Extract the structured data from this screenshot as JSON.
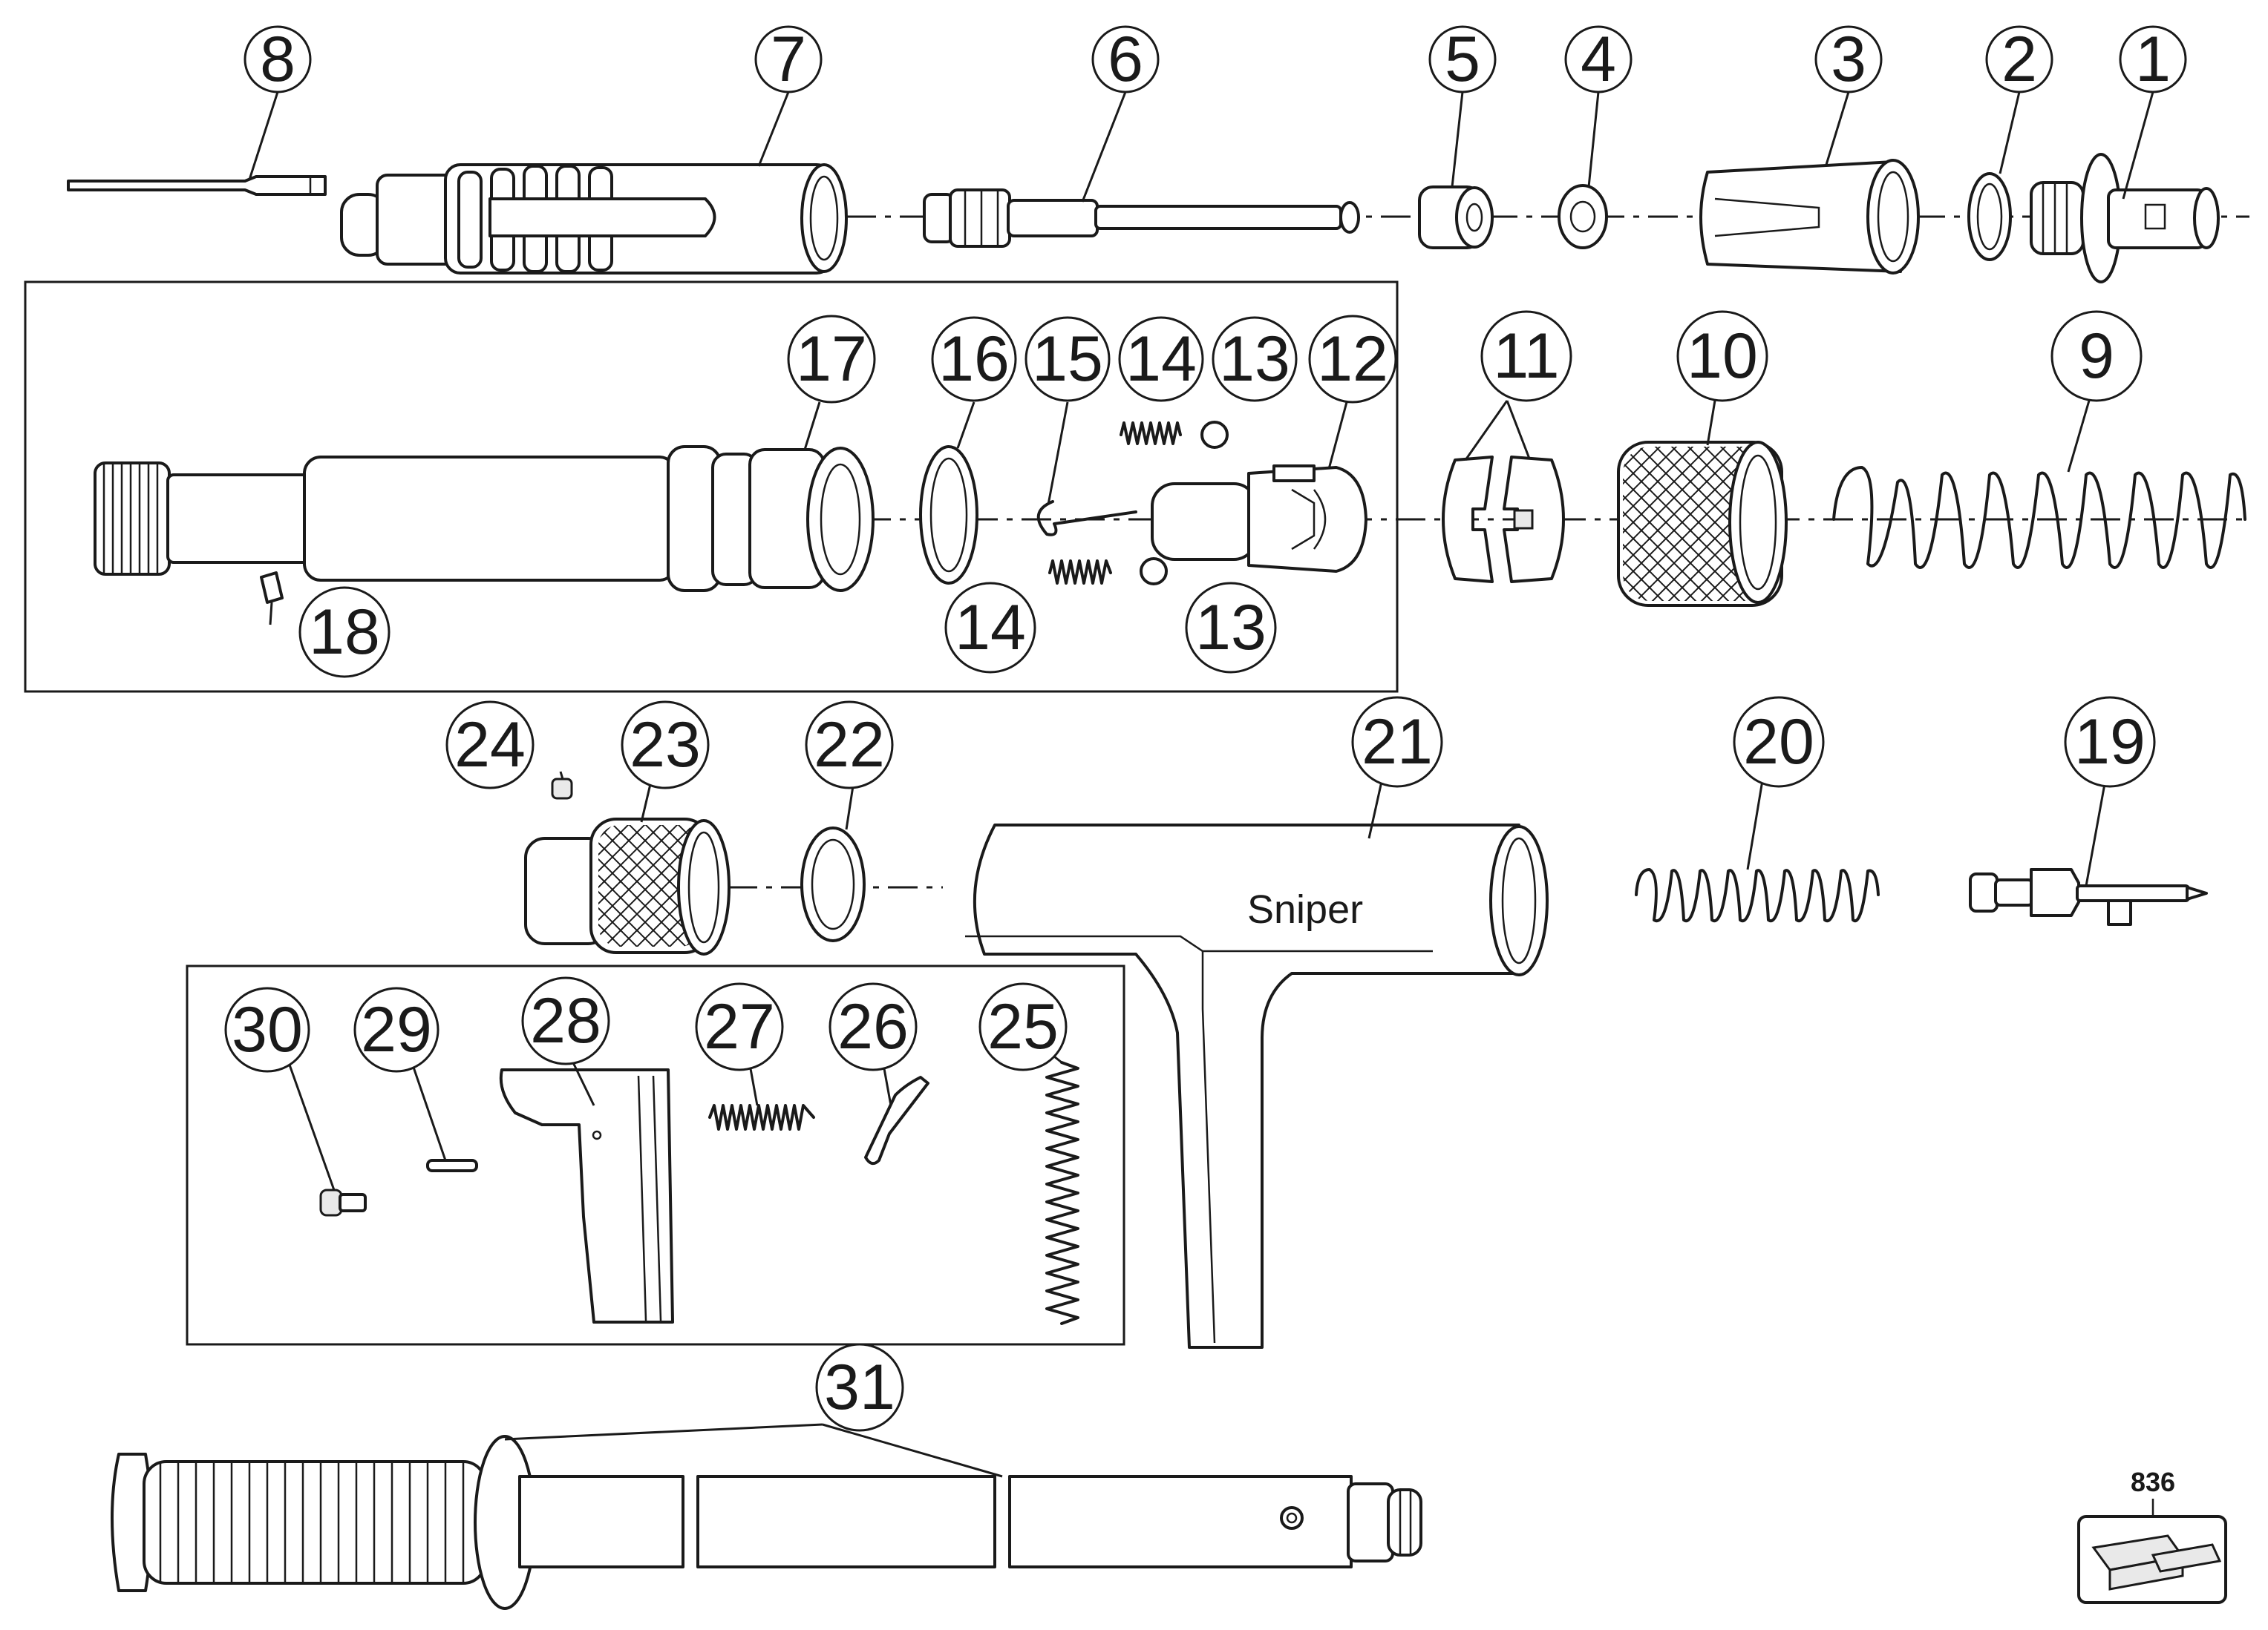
{
  "diagram": {
    "brand_label": "Sniper",
    "page_code": "836",
    "callouts": [
      {
        "id": "p8",
        "label": "8"
      },
      {
        "id": "p7",
        "label": "7"
      },
      {
        "id": "p6",
        "label": "6"
      },
      {
        "id": "p5",
        "label": "5"
      },
      {
        "id": "p4",
        "label": "4"
      },
      {
        "id": "p3",
        "label": "3"
      },
      {
        "id": "p2",
        "label": "2"
      },
      {
        "id": "p1",
        "label": "1"
      },
      {
        "id": "p17",
        "label": "17"
      },
      {
        "id": "p16",
        "label": "16"
      },
      {
        "id": "p15",
        "label": "15"
      },
      {
        "id": "p14a",
        "label": "14"
      },
      {
        "id": "p13a",
        "label": "13"
      },
      {
        "id": "p12",
        "label": "12"
      },
      {
        "id": "p11",
        "label": "11"
      },
      {
        "id": "p10",
        "label": "10"
      },
      {
        "id": "p9",
        "label": "9"
      },
      {
        "id": "p18",
        "label": "18"
      },
      {
        "id": "p14b",
        "label": "14"
      },
      {
        "id": "p13b",
        "label": "13"
      },
      {
        "id": "p24",
        "label": "24"
      },
      {
        "id": "p23",
        "label": "23"
      },
      {
        "id": "p22",
        "label": "22"
      },
      {
        "id": "p21",
        "label": "21"
      },
      {
        "id": "p20",
        "label": "20"
      },
      {
        "id": "p19",
        "label": "19"
      },
      {
        "id": "p30",
        "label": "30"
      },
      {
        "id": "p29",
        "label": "29"
      },
      {
        "id": "p28",
        "label": "28"
      },
      {
        "id": "p27",
        "label": "27"
      },
      {
        "id": "p26",
        "label": "26"
      },
      {
        "id": "p25",
        "label": "25"
      },
      {
        "id": "p31",
        "label": "31"
      }
    ]
  }
}
